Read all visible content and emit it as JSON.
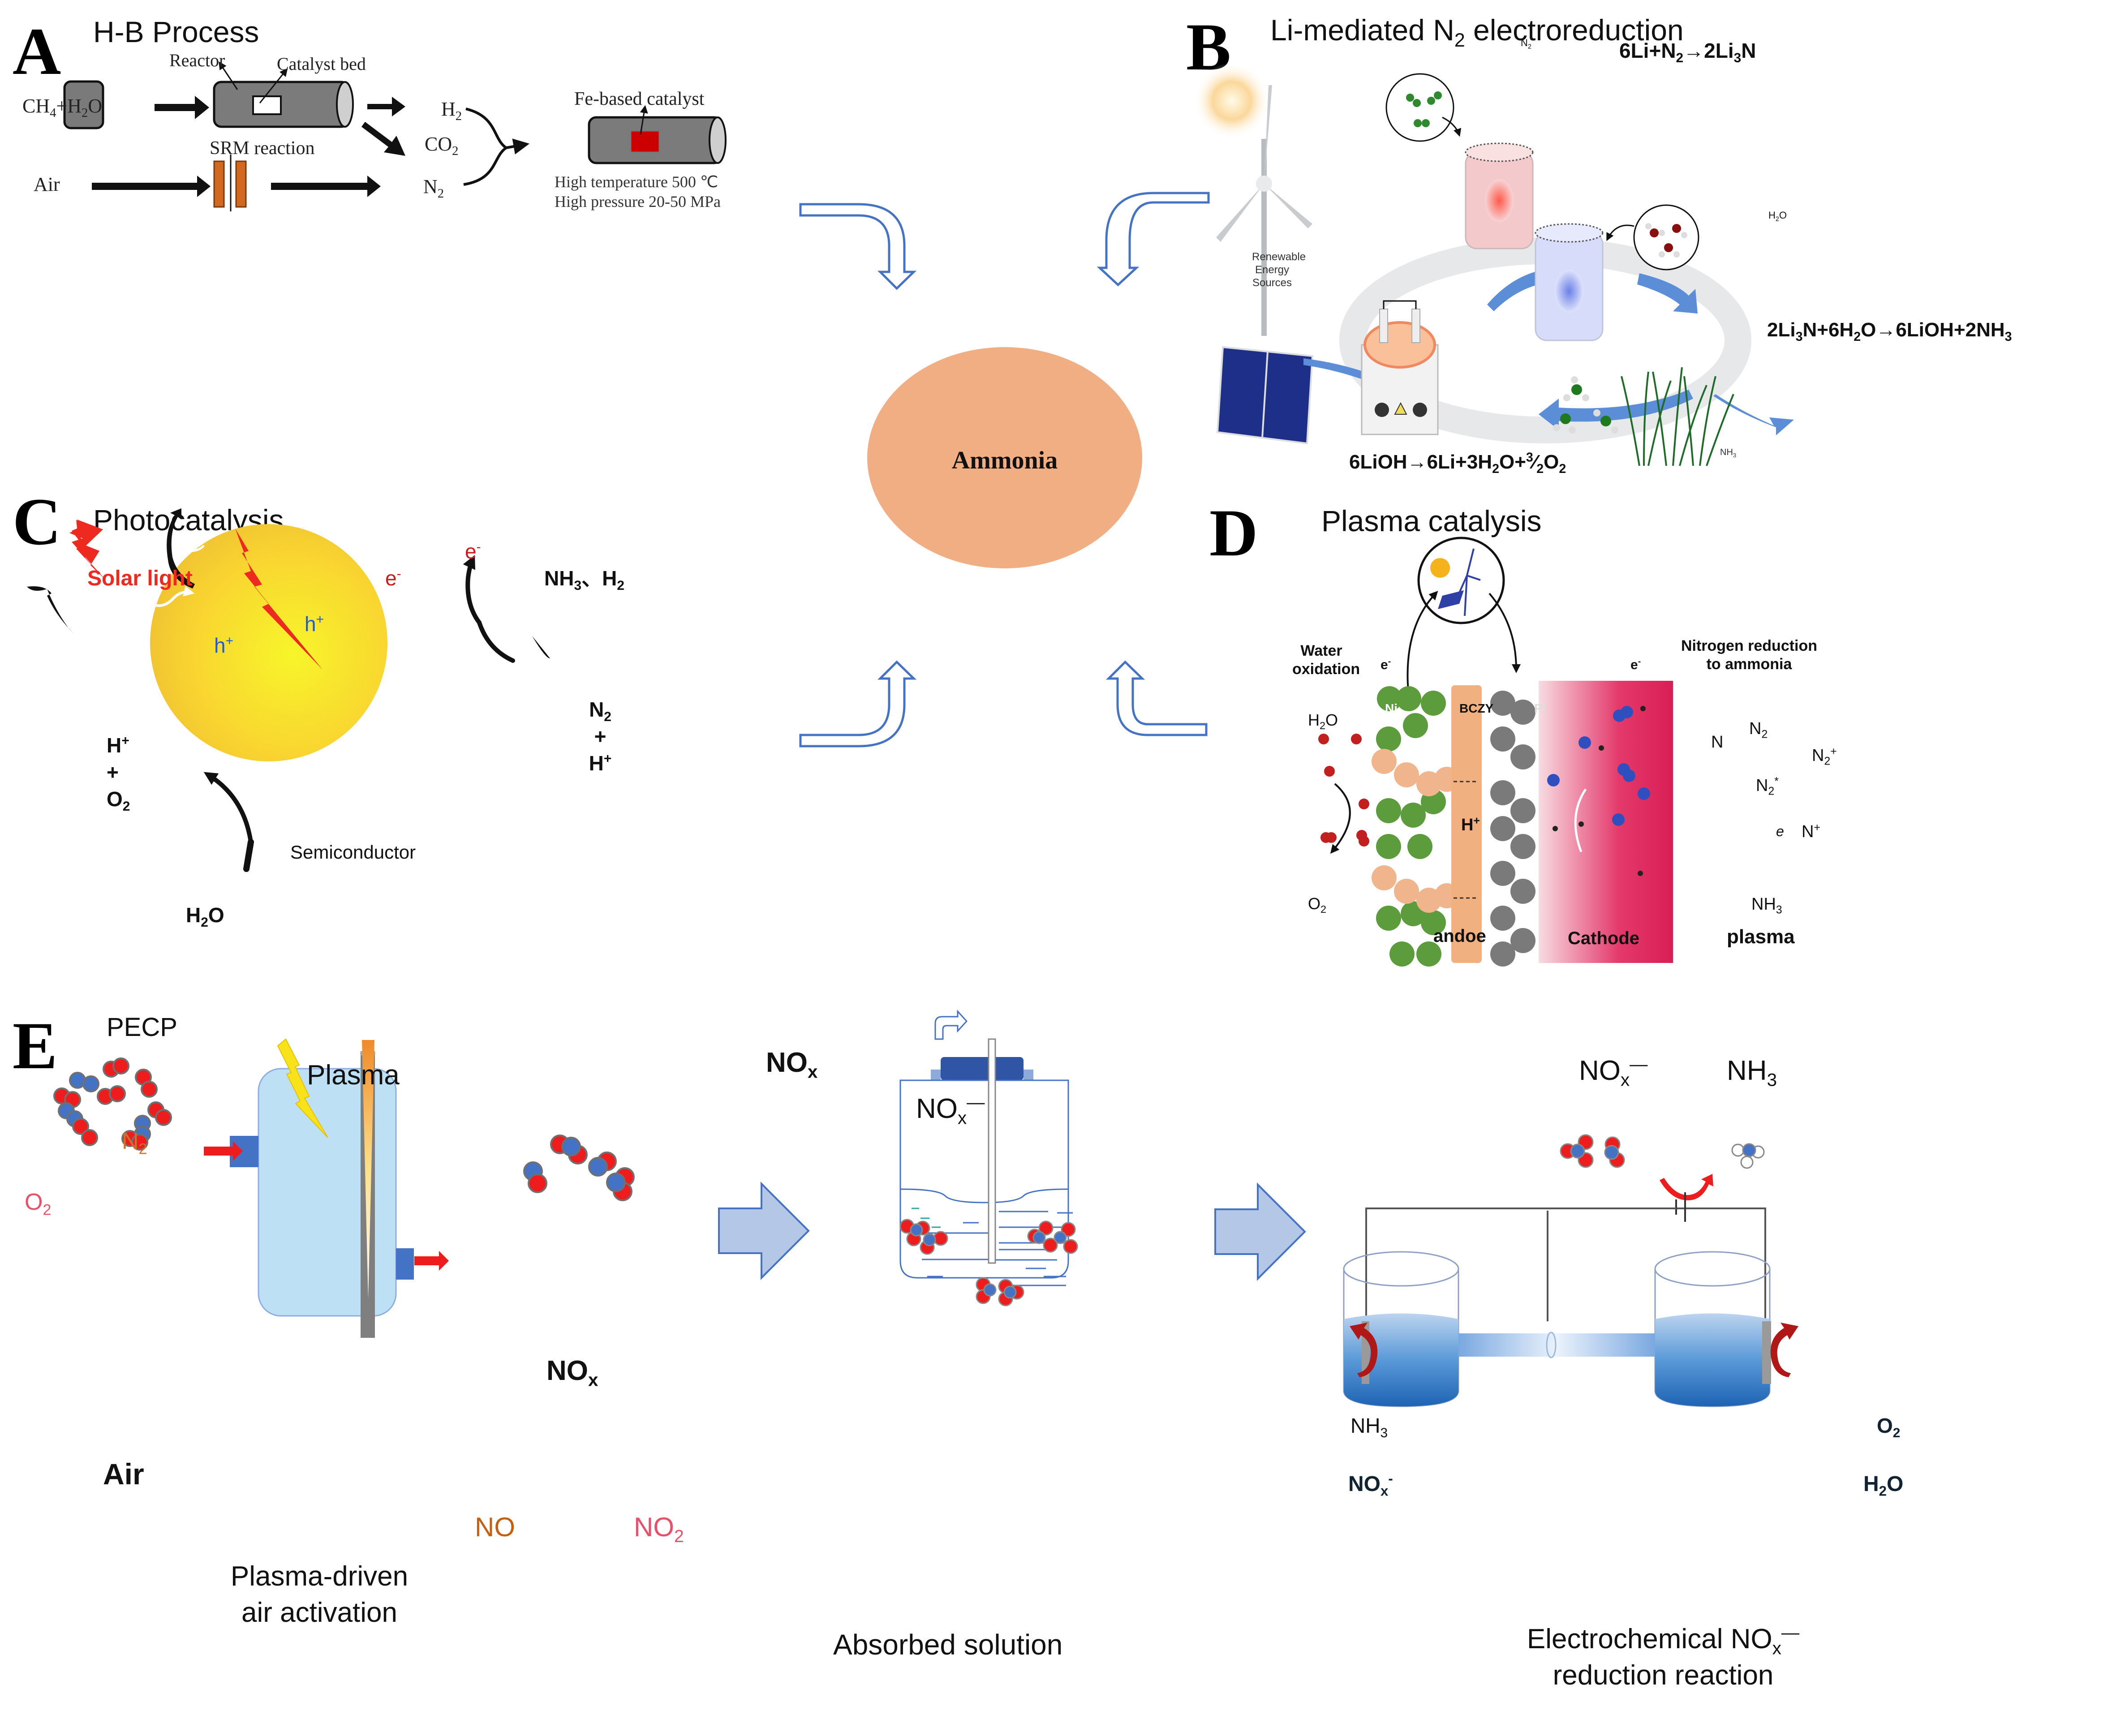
{
  "center": {
    "label": "Ammonia",
    "fill": "#F0AE82",
    "arrow_color": "#4472C4"
  },
  "panels": {
    "A": {
      "letter": "A",
      "title": "H-B Process",
      "labels": {
        "reactor": "Reactor",
        "catalyst_bed": "Catalyst bed",
        "feed": "CH4+H2O",
        "h2": "H2",
        "co2": "CO2",
        "srm": "SRM reaction",
        "air": "Air",
        "n2": "N2",
        "fe_catalyst": "Fe-based catalyst",
        "high_temp": "High temperature   500 ℃",
        "high_pressure": "High pressure   20-50 MPa"
      }
    },
    "B": {
      "letter": "B",
      "title": "Li-mediated N2 electroreduction",
      "labels": {
        "renewable": "Renewable Energy Sources",
        "n2_bubble": "N2",
        "h2o_bubble": "H2O",
        "nh3_label": "NH3",
        "eq1": "6Li+N2→2Li3N",
        "eq2": "2Li3N+6H2O→6LiOH+2NH3",
        "eq3": "6LiOH→6Li+3H2O+3/2O2"
      }
    },
    "C": {
      "letter": "C",
      "title": "Photocatalysis",
      "labels": {
        "solar": "Solar light",
        "products_top": "NH3、H2",
        "e_outer": "e-",
        "e_inner": "e-",
        "h_inner": "h+",
        "h_outer": "h+",
        "reactants_right": [
          "N2",
          "+",
          "H+"
        ],
        "products_left": [
          "H+",
          "+",
          "O2"
        ],
        "h2o": "H2O",
        "semiconductor": "Semiconductor"
      }
    },
    "D": {
      "letter": "D",
      "title": "Plasma catalysis",
      "labels": {
        "water_oxidation": "Water oxidation",
        "nitrogen_reduction": "Nitrogen reduction to ammonia",
        "e_left": "e-",
        "e_right": "e-",
        "ni": "Ni",
        "bczy": "BCZY",
        "pt": "Pt",
        "h2o": "H2O",
        "o2": "O2",
        "h_plus": "H+",
        "n": "N",
        "n2": "N2",
        "n2_plus": "N2+",
        "n2_star": "N2*",
        "e": "e",
        "n_plus": "N+",
        "nh3": "NH3",
        "anode": "andoe",
        "cathode": "Cathode",
        "plasma": "plasma"
      }
    },
    "E": {
      "letter": "E",
      "title": "PECP",
      "labels": {
        "plasma": "Plasma",
        "n2": "N2",
        "o2": "O2",
        "air": "Air",
        "nox_out": "NOx",
        "no": "NO",
        "no2": "NO2",
        "step1": [
          "Plasma-driven",
          "air activation"
        ],
        "nox_in": "NOx",
        "nox_ion": "NOx−",
        "step2": "Absorbed solution",
        "top_nox": "NOx−",
        "top_nh3": "NH3",
        "cell_nh3": "NH3",
        "cell_nox": "NOx-",
        "cell_o2": "O2",
        "cell_h2o": "H2O",
        "step3": [
          "Electrochemical NOx−",
          "reduction reaction"
        ]
      }
    }
  }
}
